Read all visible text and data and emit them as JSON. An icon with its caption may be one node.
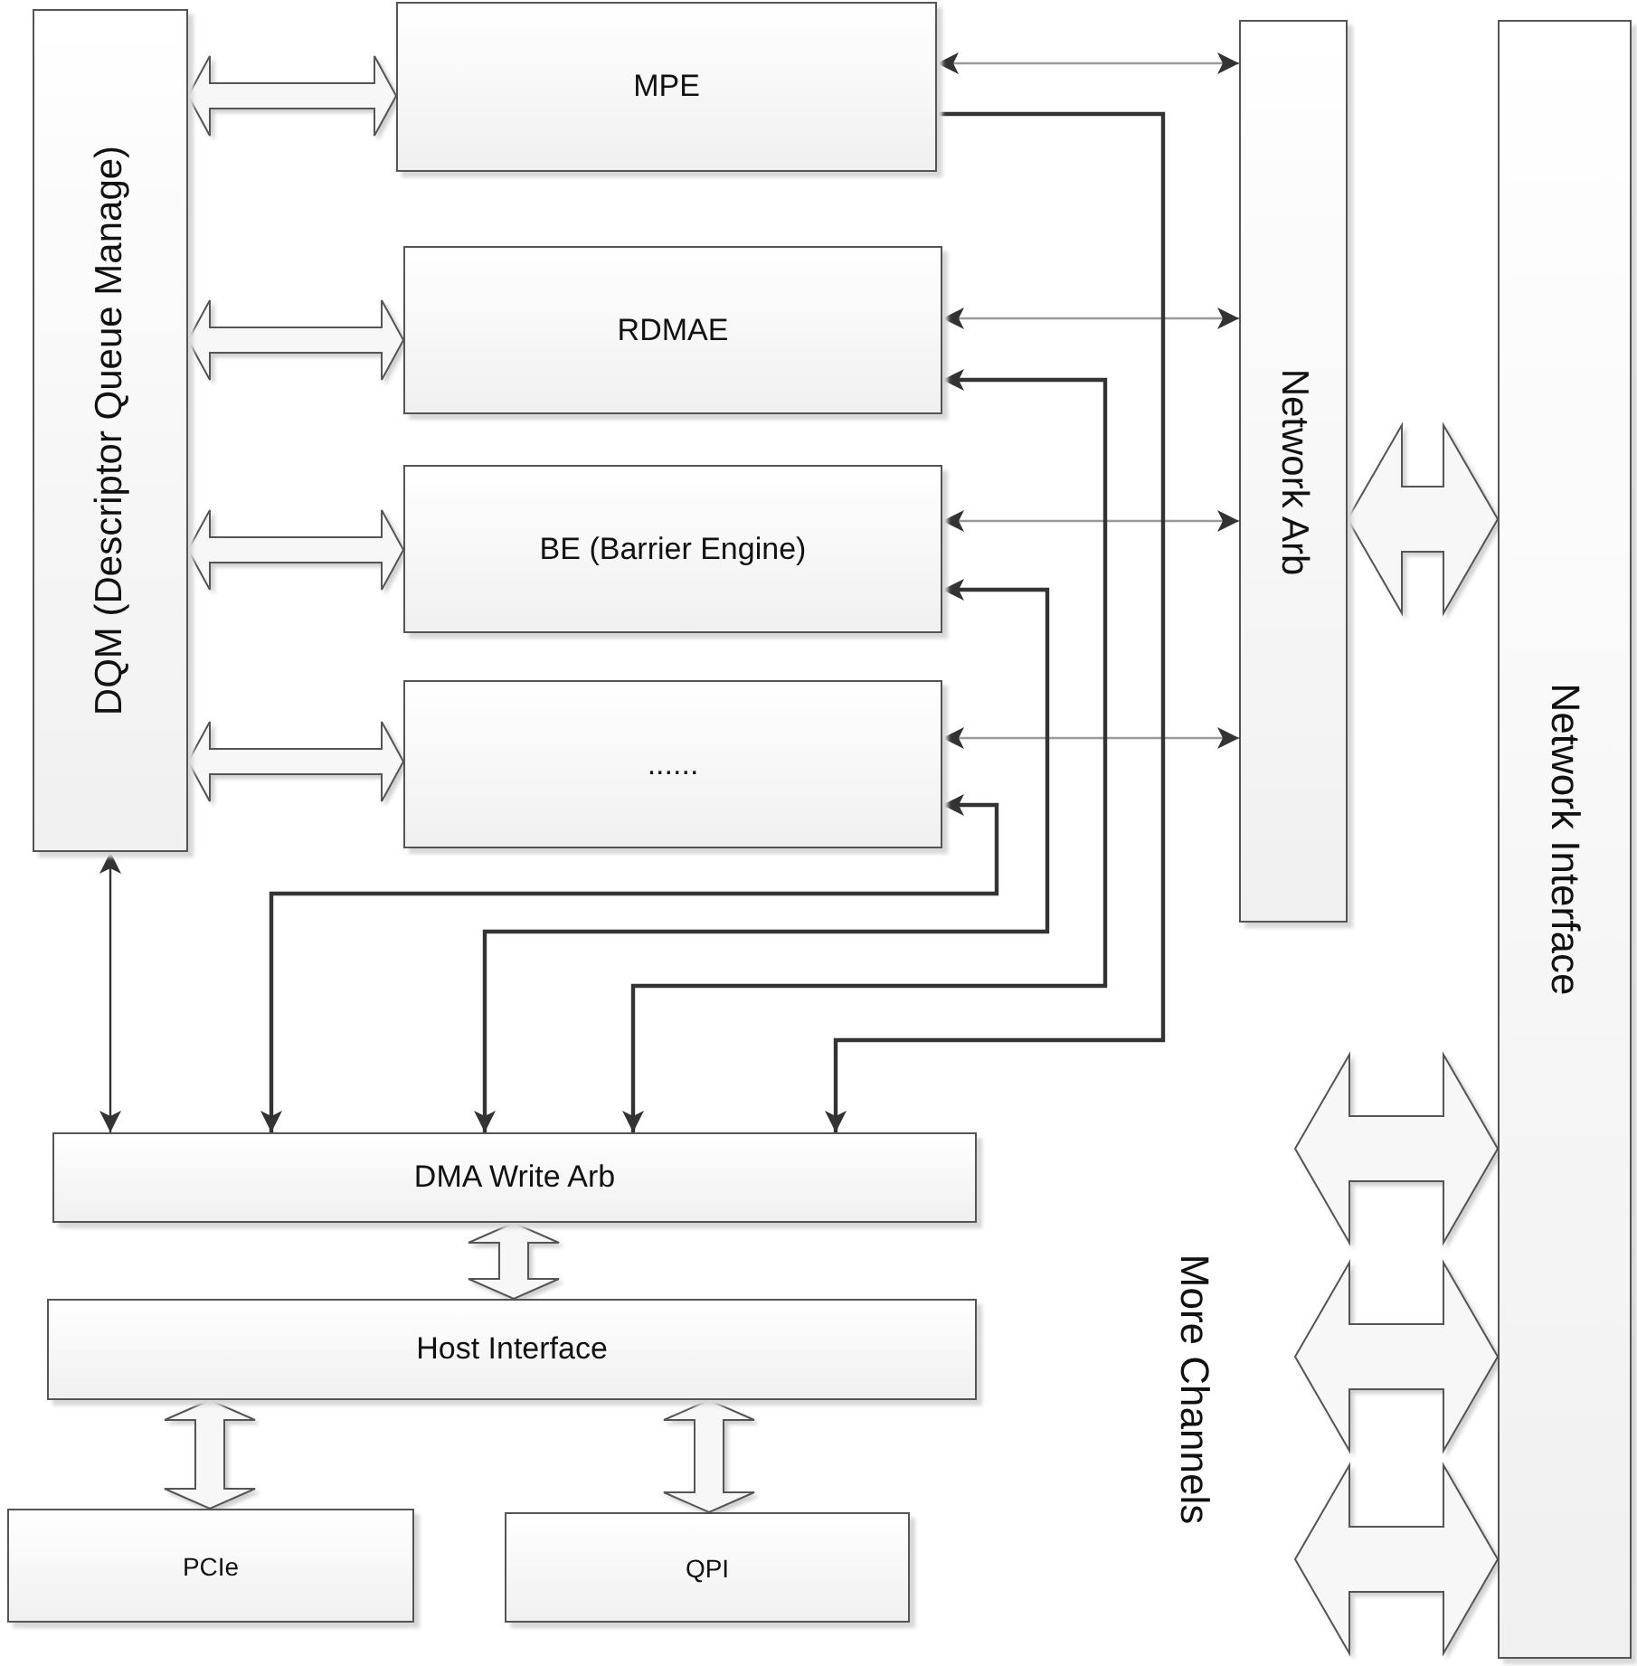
{
  "diagram": {
    "nodes": [
      {
        "text": [
          "DQM (Descriptor Queue Manage)"
        ]
      },
      {
        "text": [
          "MPE"
        ]
      },
      {
        "text": [
          "RDMAE"
        ]
      },
      {
        "text": [
          "BE (Barrier Engine)"
        ]
      },
      {
        "text": [
          "......"
        ]
      },
      {
        "text": [
          "Network Arb"
        ]
      },
      {
        "text": [
          "Network Interface"
        ]
      },
      {
        "text": [
          "DMA Write Arb"
        ]
      },
      {
        "text": [
          "Host Interface"
        ]
      },
      {
        "text": [
          "PCIe"
        ]
      },
      {
        "text": [
          "QPI"
        ]
      }
    ],
    "edges": [
      {
        "from": 0,
        "to": 1,
        "arrow": "both",
        "style": "thick"
      },
      {
        "from": 0,
        "to": 2,
        "arrow": "both",
        "style": "thick"
      },
      {
        "from": 0,
        "to": 3,
        "arrow": "both",
        "style": "thick"
      },
      {
        "from": 0,
        "to": 4,
        "arrow": "both",
        "style": "thick"
      },
      {
        "from": 1,
        "to": 5,
        "arrow": "both",
        "color": "#9a9a9a"
      },
      {
        "from": 2,
        "to": 5,
        "arrow": "both",
        "color": "#9a9a9a"
      },
      {
        "from": 3,
        "to": 5,
        "arrow": "both",
        "color": "#9a9a9a"
      },
      {
        "from": 4,
        "to": 5,
        "arrow": "both",
        "color": "#9a9a9a"
      },
      {
        "from": 5,
        "to": 6,
        "arrow": "both",
        "style": "thick"
      },
      {
        "from": 1,
        "to": 7,
        "arrow": "to"
      },
      {
        "from": 2,
        "to": 7,
        "arrow": "both"
      },
      {
        "from": 3,
        "to": 7,
        "arrow": "both"
      },
      {
        "from": 4,
        "to": 7,
        "arrow": "both"
      },
      {
        "from": 0,
        "to": 7,
        "arrow": "both"
      },
      {
        "from": 7,
        "to": 8,
        "arrow": "both",
        "style": "thick"
      },
      {
        "from": 8,
        "to": 9,
        "arrow": "both",
        "style": "thick"
      },
      {
        "from": 8,
        "to": 10,
        "arrow": "both",
        "style": "thick"
      },
      {
        "from": null,
        "to": 6,
        "arrow": "both",
        "style": "thick"
      },
      {
        "from": null,
        "to": 6,
        "arrow": "both",
        "style": "thick"
      },
      {
        "from": null,
        "to": 6,
        "arrow": "both",
        "style": "thick"
      }
    ],
    "labels": [
      "More Channels"
    ]
  }
}
